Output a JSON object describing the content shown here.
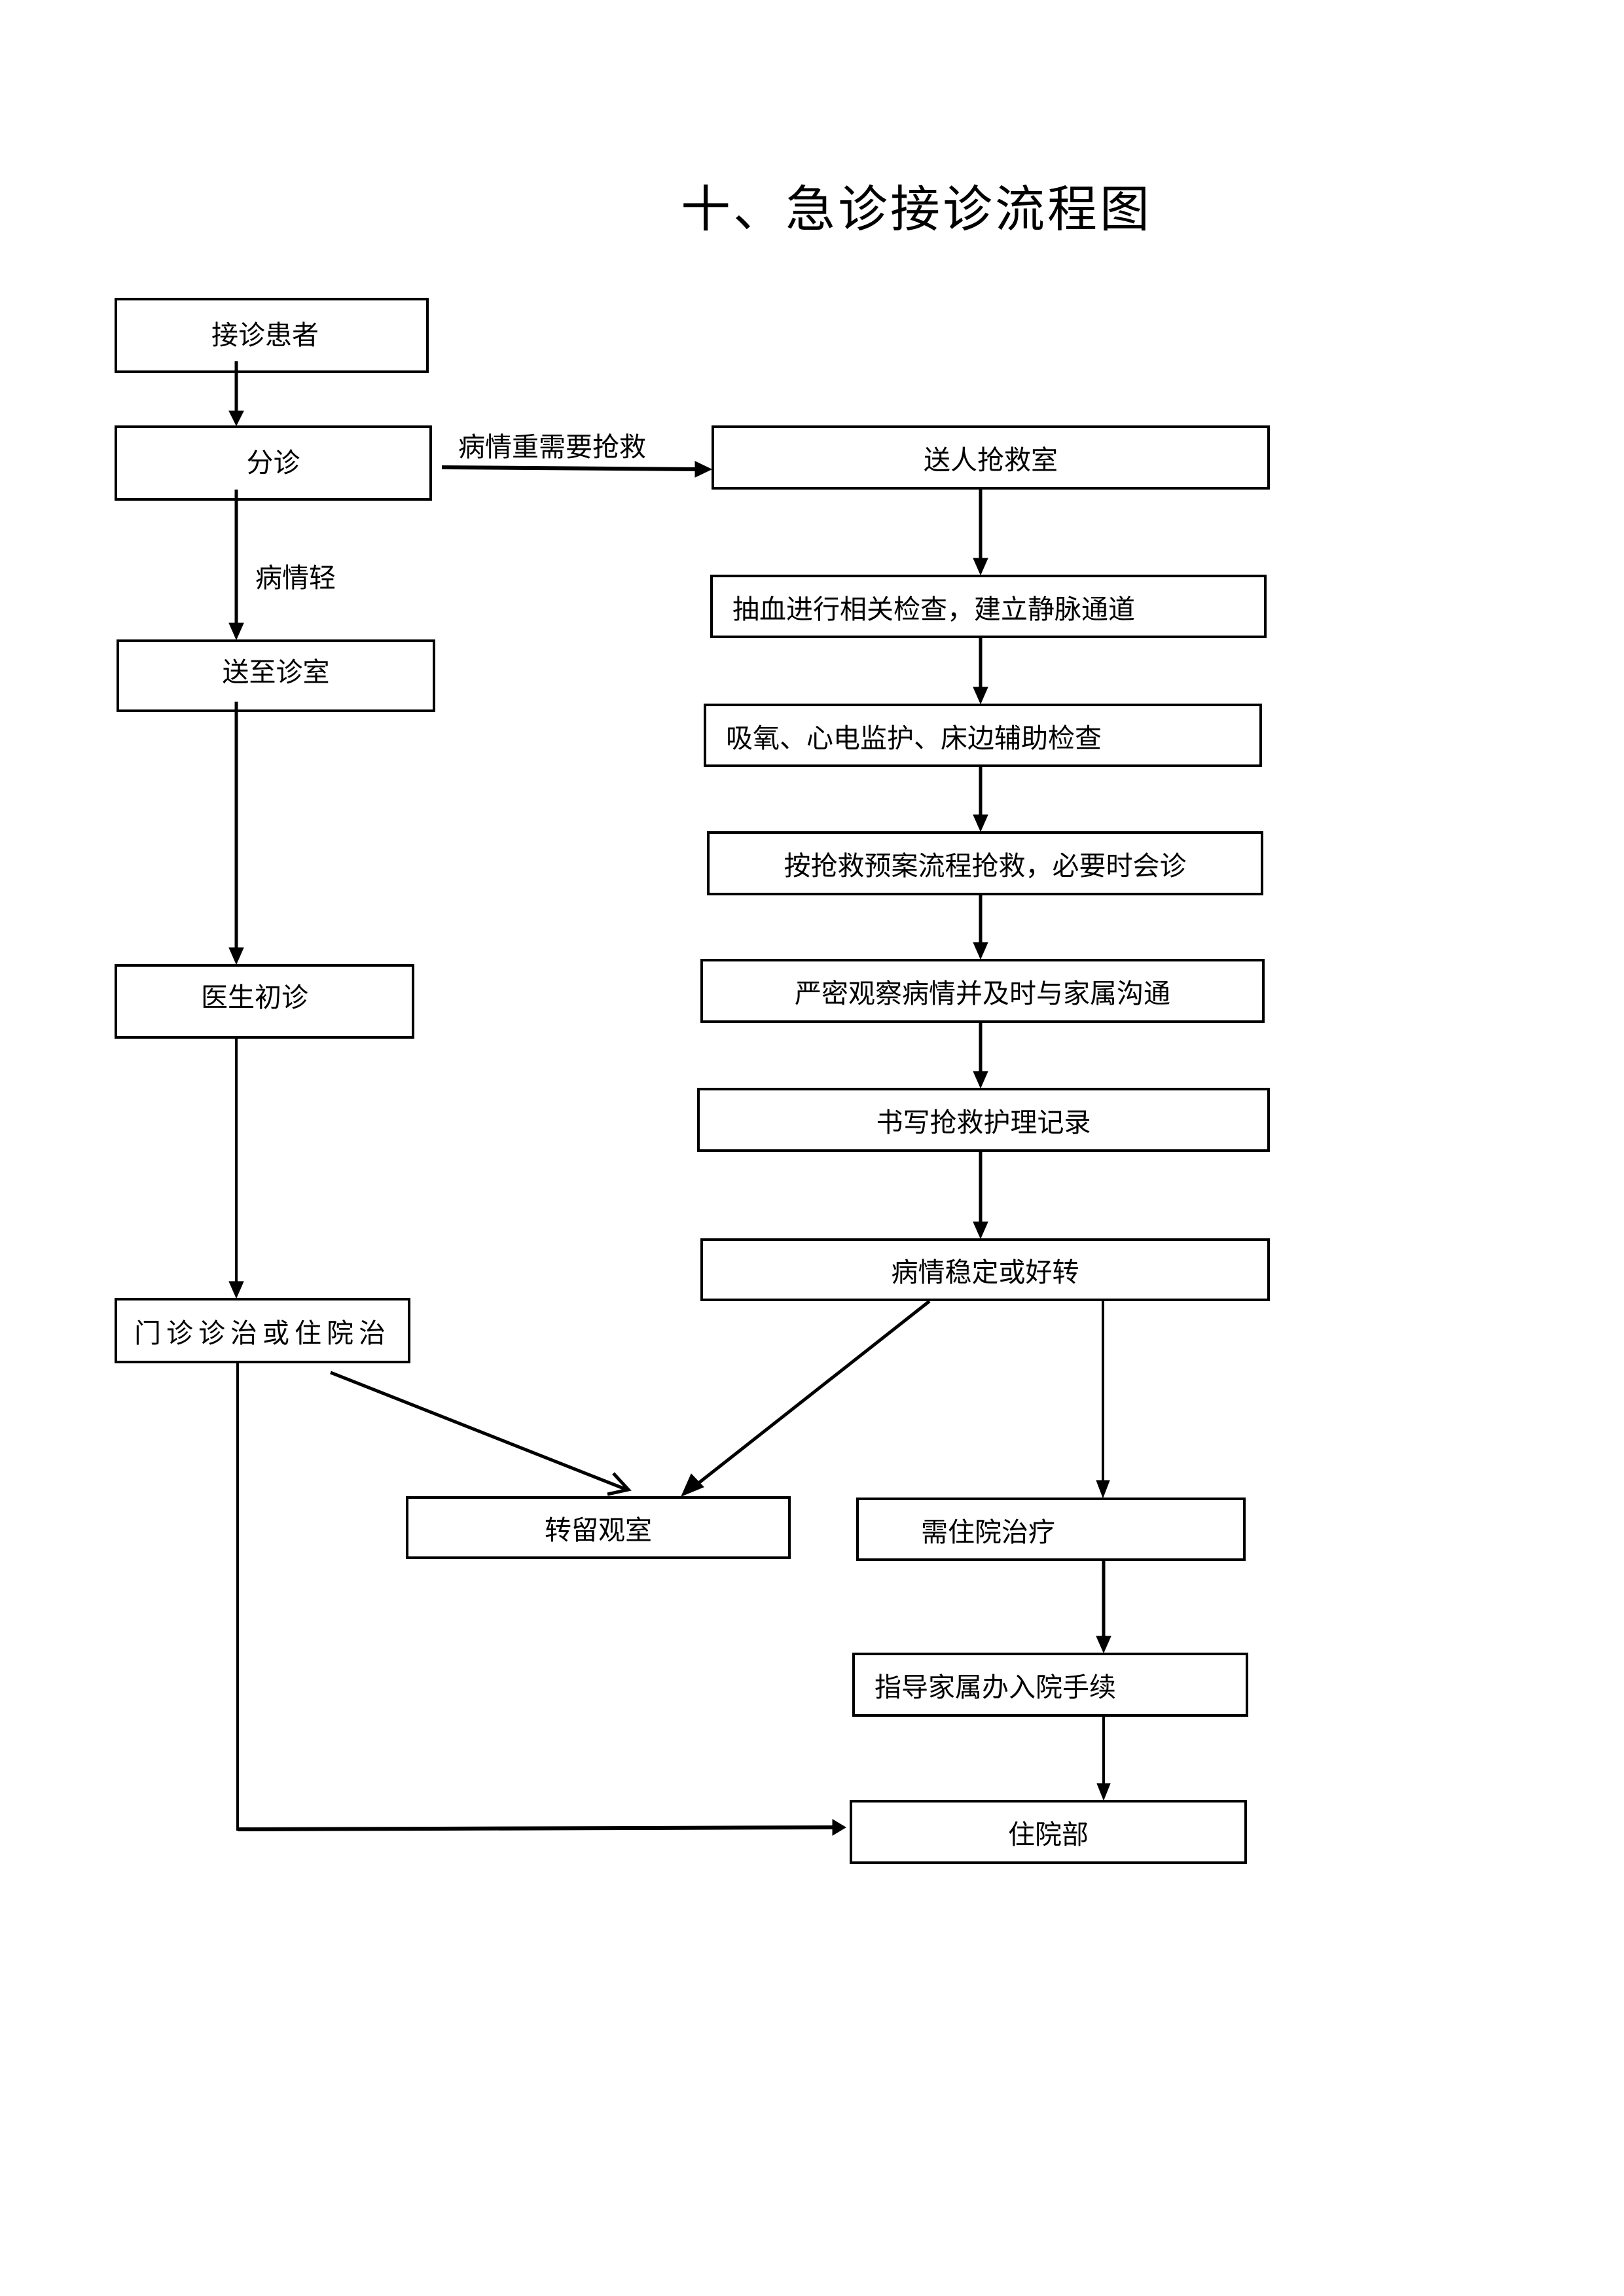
{
  "title": "十、急诊接诊流程图",
  "nodes": {
    "receive_patient": "接诊患者",
    "triage": "分诊",
    "to_rescue_room": "送人抢救室",
    "blood_draw": "抽血进行相关检查，建立静脉通道",
    "oxygen_monitor": "吸氧、心电监护、床边辅助检查",
    "rescue_protocol": "按抢救预案流程抢救，必要时会诊",
    "observe_communicate": "严密观察病情并及时与家属沟通",
    "write_record": "书写抢救护理记录",
    "stable_improved": "病情稳定或好转",
    "to_clinic_room": "送至诊室",
    "doctor_initial": "医生初诊",
    "outpatient_or_inpatient": "门诊诊治或住院治",
    "observation_room": "转留观室",
    "need_hospitalization": "需住院治疗",
    "guide_admission": "指导家属办入院手续",
    "inpatient_dept": "住院部"
  },
  "edge_labels": {
    "severe": "病情重需要抢救",
    "mild": "病情轻"
  },
  "edges": [
    {
      "from": "receive_patient",
      "to": "triage"
    },
    {
      "from": "triage",
      "to": "to_rescue_room",
      "label": "severe"
    },
    {
      "from": "triage",
      "to": "to_clinic_room",
      "label": "mild"
    },
    {
      "from": "to_rescue_room",
      "to": "blood_draw"
    },
    {
      "from": "blood_draw",
      "to": "oxygen_monitor"
    },
    {
      "from": "oxygen_monitor",
      "to": "rescue_protocol"
    },
    {
      "from": "rescue_protocol",
      "to": "observe_communicate"
    },
    {
      "from": "observe_communicate",
      "to": "write_record"
    },
    {
      "from": "write_record",
      "to": "stable_improved"
    },
    {
      "from": "stable_improved",
      "to": "observation_room"
    },
    {
      "from": "stable_improved",
      "to": "need_hospitalization"
    },
    {
      "from": "to_clinic_room",
      "to": "doctor_initial"
    },
    {
      "from": "doctor_initial",
      "to": "outpatient_or_inpatient"
    },
    {
      "from": "outpatient_or_inpatient",
      "to": "observation_room"
    },
    {
      "from": "outpatient_or_inpatient",
      "to": "inpatient_dept"
    },
    {
      "from": "need_hospitalization",
      "to": "guide_admission"
    },
    {
      "from": "guide_admission",
      "to": "inpatient_dept"
    }
  ]
}
